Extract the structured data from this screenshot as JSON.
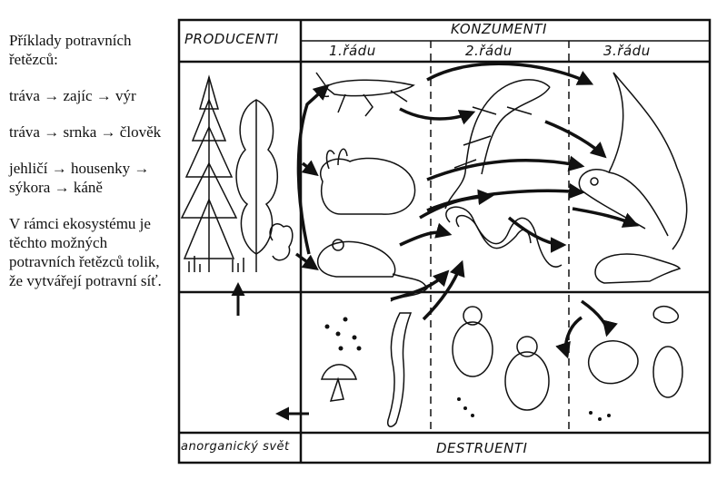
{
  "sidebar": {
    "heading": "Příklady potravních řetězců:",
    "chains": [
      "tráva → zajíc → výr",
      "tráva → srnka → člověk",
      "jehličí → housenky → sýkora → káně"
    ],
    "note": "V rámci ekosystému je těchto možných potravních řetězců tolik, že vytvářejí potravní síť."
  },
  "diagram": {
    "producers": "PRODUCENTI",
    "consumers": "KONZUMENTI",
    "order1": "1.řádu",
    "order2": "2.řádu",
    "order3": "3.řádu",
    "inorganic": "anorganický svět",
    "decomposers": "DESTRUENTI"
  }
}
